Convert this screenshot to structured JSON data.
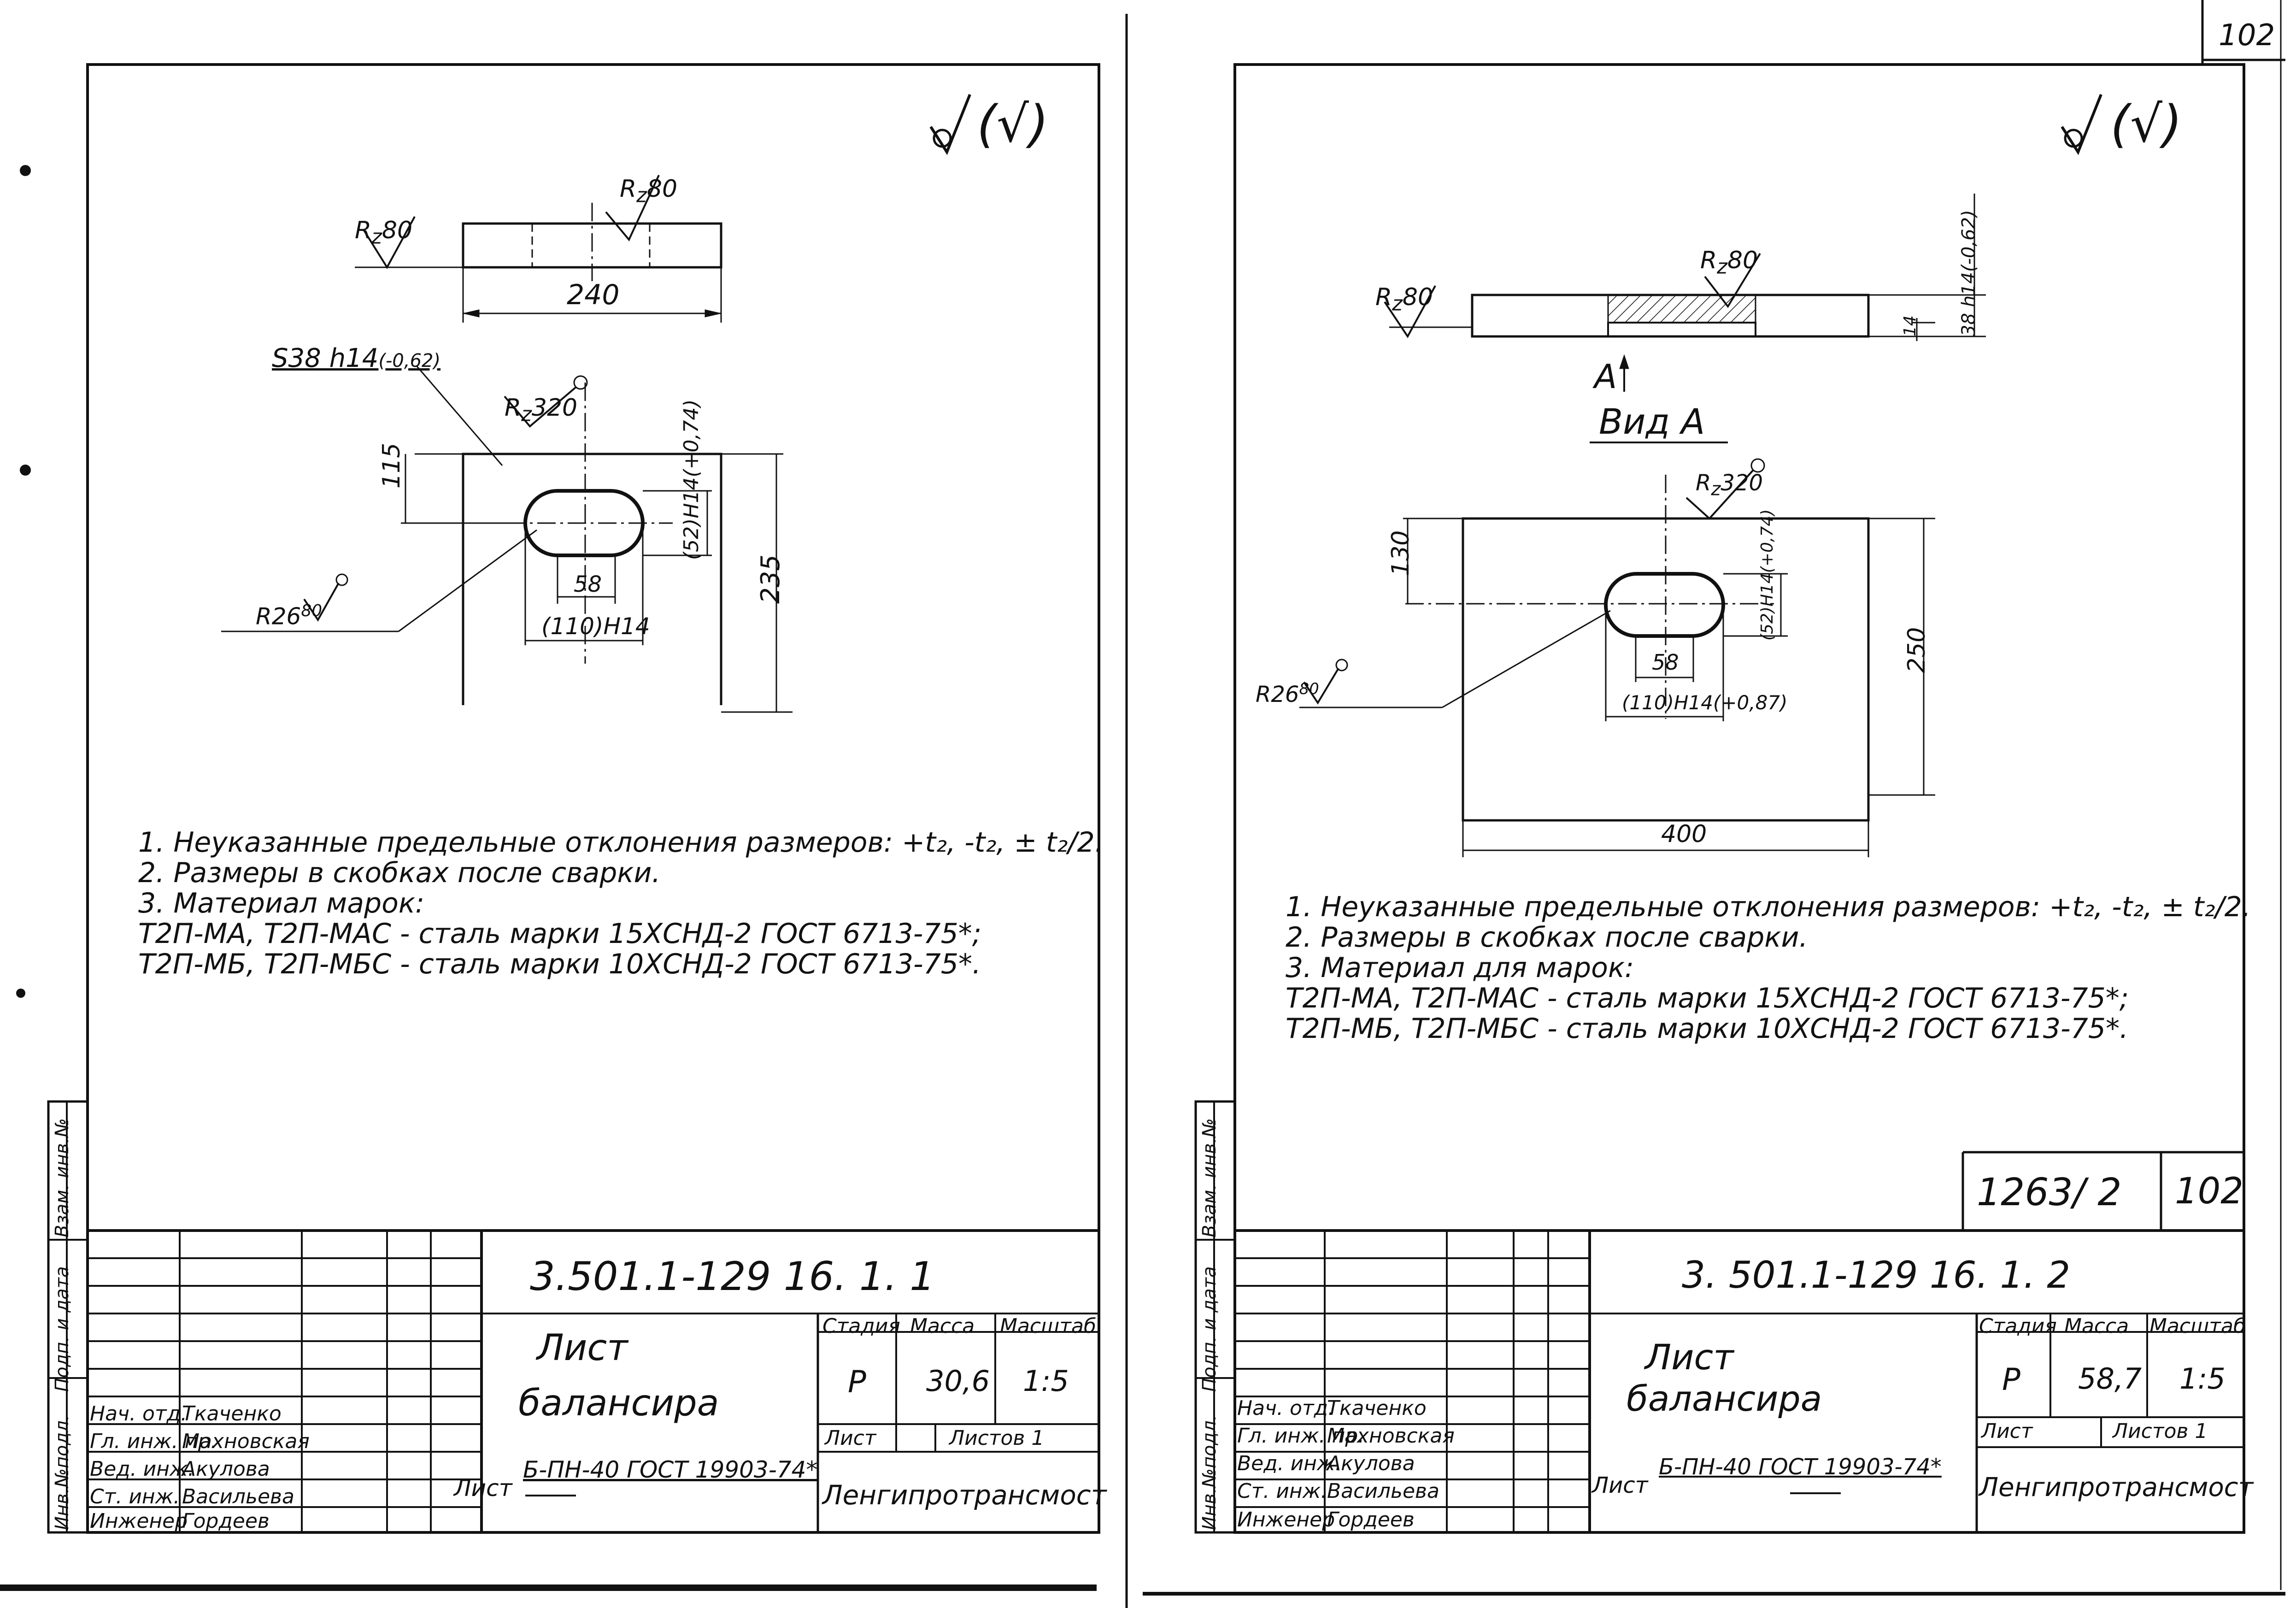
{
  "page_number": "102",
  "left_sheet": {
    "surface_mark": "(√)",
    "rz80_a": "R",
    "rz80_b": "80",
    "dim_240": "240",
    "s38": "S38 h14",
    "s38_tol": "(-0,62)",
    "rz320": "R",
    "rz320_v": "320",
    "dim_115": "115",
    "dim_52": "(52)H14(+0,74)",
    "dim_235": "235",
    "dim_58": "58",
    "dim_110": "(110)H14",
    "r26": "R26",
    "r26_rz": "80",
    "notes": [
      "1. Неуказанные предельные отклонения размеров: +t₂, -t₂, ± t₂/2.",
      "2. Размеры в скобках после сварки.",
      "3. Материал марок:",
      "Т2П-МА, Т2П-МАС - сталь марки 15ХСНД-2 ГОСТ 6713-75*;",
      "Т2П-МБ, Т2П-МБС - сталь марки 10ХСНД-2 ГОСТ 6713-75*."
    ],
    "side_labels": [
      "Инв.№подл.",
      "Подп. и дата",
      "Взам. инв.№"
    ],
    "title_block": {
      "code": "3.501.1-129  16. 1. 1",
      "name_line1": "Лист",
      "name_line2": "балансира",
      "material_prefix": "Лист",
      "material": "Б-ПН-40 ГОСТ 19903-74*",
      "stage_h": "Стадия",
      "mass_h": "Масса",
      "scale_h": "Масштаб",
      "stage": "Р",
      "mass": "30,6",
      "scale": "1:5",
      "sheet_h": "Лист",
      "sheets_h": "Листов 1",
      "org": "Ленгипротрансмост",
      "roles": [
        "Нач. отд.",
        "Гл. инж. пр.",
        "Вед. инж.",
        "Ст. инж.",
        "Инженер"
      ],
      "names": [
        "Ткаченко",
        "Махновская",
        "Акулова",
        "Васильева",
        "Гордеев"
      ]
    }
  },
  "right_sheet": {
    "surface_mark": "(√)",
    "rz80_a": "R",
    "rz80_b": "80",
    "dim_38": "38 h14(-0,62)",
    "dim_14": "14",
    "view_marker": "A",
    "view_title": "Вид А",
    "rz320": "R",
    "rz320_v": "320",
    "dim_130": "130",
    "dim_52": "(52)H14(+0,74)",
    "dim_250": "250",
    "dim_58": "58",
    "dim_110": "(110)H14(+0,87)",
    "dim_400": "400",
    "r26": "R26",
    "r26_rz": "80",
    "notes": [
      "1. Неуказанные предельные отклонения размеров: +t₂, -t₂, ± t₂/2.",
      "2. Размеры в скобках после сварки.",
      "3. Материал для марок:",
      "Т2П-МА, Т2П-МАС - сталь марки 15ХСНД-2 ГОСТ 6713-75*;",
      "Т2П-МБ, Т2П-МБС - сталь марки 10ХСНД-2 ГОСТ 6713-75*."
    ],
    "side_labels": [
      "Инв.№подл.",
      "Подп. и дата",
      "Взам. инв.№"
    ],
    "stamp_code": "1263/ 2",
    "stamp_sheet": "102",
    "title_block": {
      "code": "3. 501.1-129  16. 1. 2",
      "name_line1": "Лист",
      "name_line2": "балансира",
      "material_prefix": "Лист",
      "material": "Б-ПН-40 ГОСТ 19903-74*",
      "stage_h": "Стадия",
      "mass_h": "Масса",
      "scale_h": "Масштаб",
      "stage": "Р",
      "mass": "58,7",
      "scale": "1:5",
      "sheet_h": "Лист",
      "sheets_h": "Листов 1",
      "org": "Ленгипротрансмост",
      "roles": [
        "Нач. отд.",
        "Гл. инж. пр.",
        "Вед. инж.",
        "Ст. инж.",
        "Инженер"
      ],
      "names": [
        "Ткаченко",
        "Махновская",
        "Акулова",
        "Васильева",
        "Гордеев"
      ]
    }
  }
}
